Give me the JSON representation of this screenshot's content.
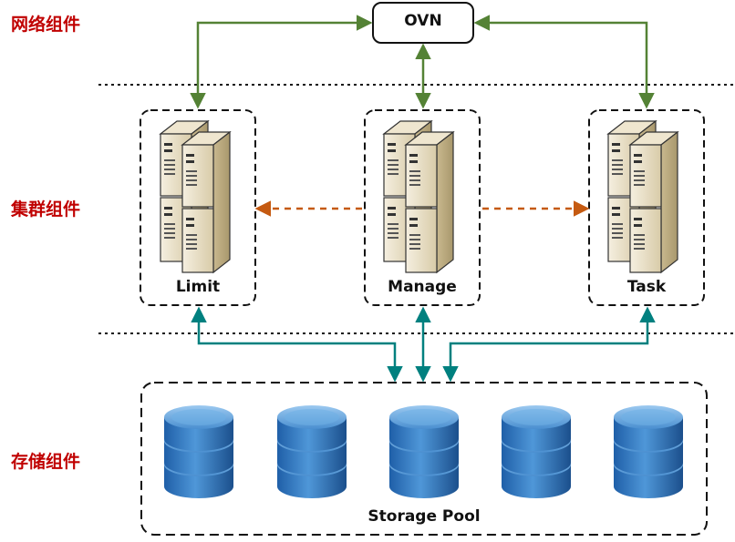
{
  "layers": {
    "network": "网络组件",
    "cluster": "集群组件",
    "storage": "存储组件"
  },
  "nodes": {
    "ovn": "OVN",
    "limit": "Limit",
    "manage": "Manage",
    "task": "Task"
  },
  "storage_pool": {
    "label": "Storage Pool",
    "disk_count": 5
  },
  "colors": {
    "layer_label": "#c00000",
    "network_arrow": "#548235",
    "cluster_arrow": "#c55a11",
    "storage_arrow": "#00807f",
    "disk_blue": "#2e75b6",
    "server_body": "#e9dfc6"
  },
  "icons": {
    "server": "server-stack-icon",
    "disk": "database-cylinder-icon"
  }
}
